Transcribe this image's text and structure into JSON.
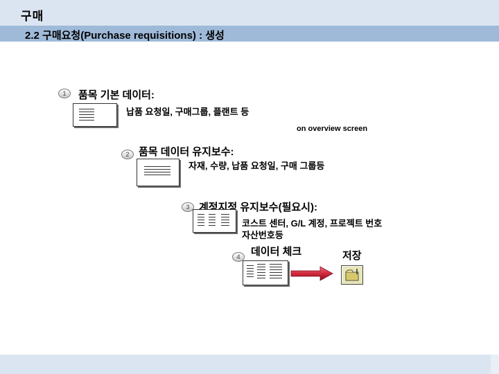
{
  "header": {
    "title": "구매",
    "subtitle": "2.2 구매요청(Purchase requisitions) : 생성"
  },
  "steps": [
    {
      "number": "1",
      "title": "품목 기본 데이터:",
      "description": "납품 요청일, 구매그룹, 플랜트 등",
      "note": "on overview screen"
    },
    {
      "number": "2",
      "title": "품목 데이터 유지보수:",
      "description": "자재, 수량, 납품 요청일, 구매 그룹등"
    },
    {
      "number": "3",
      "title": "계정지정 유지보수(필요시):",
      "description_line1": "코스트 센터, G/L 계정, 프로젝트 번호",
      "description_line2": "자산번호등"
    },
    {
      "number": "4",
      "title": "데이터 체크"
    }
  ],
  "save": {
    "label": "저장",
    "icon": "save-folder-icon"
  },
  "colors": {
    "top_bar": "#dbe5f1",
    "sub_bar": "#9fbad9",
    "arrow": "#d0283a"
  }
}
